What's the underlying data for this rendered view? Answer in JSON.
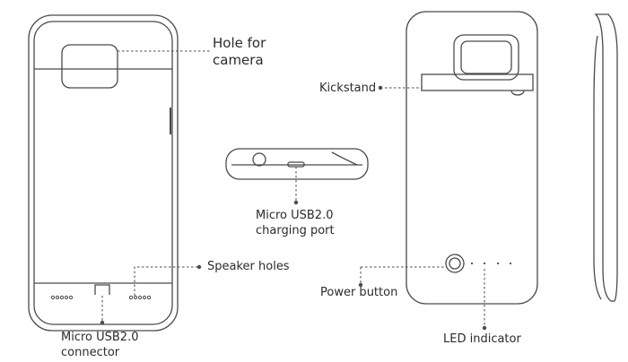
{
  "labels": {
    "camera_hole": [
      "Hole for",
      "camera"
    ],
    "kickstand": "Kickstand",
    "charging_port": [
      "Micro USB2.0",
      "charging port"
    ],
    "speaker_holes": "Speaker holes",
    "power_button": "Power button",
    "connector": [
      "Micro USB2.0",
      "connector"
    ],
    "led_indicator": "LED indicator"
  },
  "colors": {
    "line": "#4a4a4a",
    "text": "#2b2b2b"
  }
}
